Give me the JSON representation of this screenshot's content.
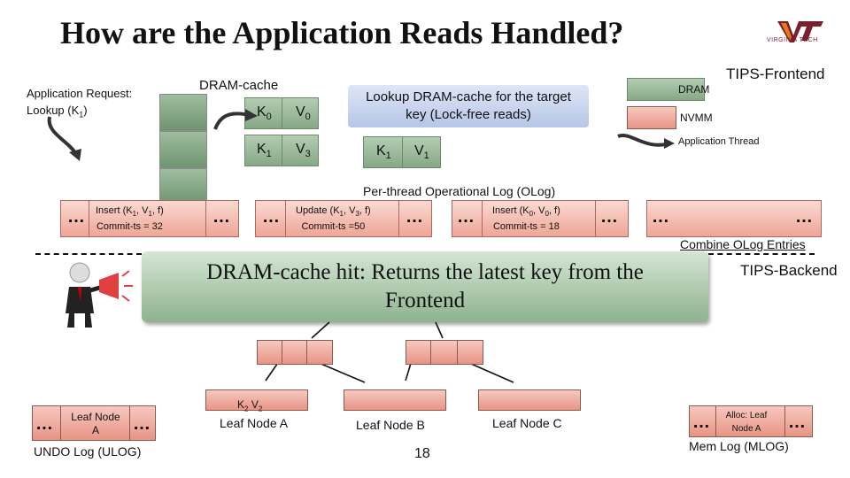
{
  "title": "How are the Application Reads Handled?",
  "logo": {
    "text": "VIRGINIA TECH"
  },
  "app_request": {
    "line1": "Application Request:",
    "line2": "Lookup (K",
    "sub": "1",
    "close": ")"
  },
  "dram_cache": {
    "label": "DRAM-cache",
    "row0": {
      "k": "K",
      "ks": "0",
      "v": "V",
      "vs": "0"
    },
    "row1": {
      "k": "K",
      "ks": "1",
      "v": "V",
      "vs": "3"
    }
  },
  "lookup_box": {
    "line1": "Lookup DRAM-cache for the target",
    "line2": "key (Lock-free reads)"
  },
  "lookup_result": {
    "k": "K",
    "ks": "1",
    "v": "V",
    "vs": "1"
  },
  "legend": {
    "dram": "DRAM",
    "nvmm": "NVMM",
    "thread": "Application Thread"
  },
  "frontend_label": "TIPS-Frontend",
  "backend_label": "TIPS-Backend",
  "oplog": {
    "title": "Per-thread Operational Log (OLog)",
    "dots": "…",
    "e1": {
      "a": "Insert (K",
      "as": "1",
      "b": ", V",
      "bs": "1",
      "c": ", f)",
      "commit": "Commit-ts = 32"
    },
    "e2": {
      "a": "Update (K",
      "as": "1",
      "b": ", V",
      "bs": "3",
      "c": ", f)",
      "commit": "Commit-ts =50"
    },
    "e3": {
      "a": "Insert (K",
      "as": "0",
      "b": ", V",
      "bs": "0",
      "c": ", f)",
      "commit": "Commit-ts = 18"
    }
  },
  "combine_label": "Combine OLog Entries",
  "banner": {
    "line1": "DRAM-cache hit: Returns the latest key from the",
    "line2": "Frontend"
  },
  "leaf_nodes": {
    "a_label": "Leaf Node A",
    "a_kv": {
      "k": "K",
      "ks": "2",
      "v": "V",
      "vs": "2"
    },
    "b_label": "Leaf Node B",
    "c_label": "Leaf Node C"
  },
  "ulog": {
    "node_line1": "Leaf Node",
    "node_line2": "A",
    "label": "UNDO Log (ULOG)"
  },
  "mlog": {
    "node_line1": "Alloc: Leaf",
    "node_line2": "Node A",
    "label": "Mem Log (MLOG)"
  },
  "page_number": "18"
}
